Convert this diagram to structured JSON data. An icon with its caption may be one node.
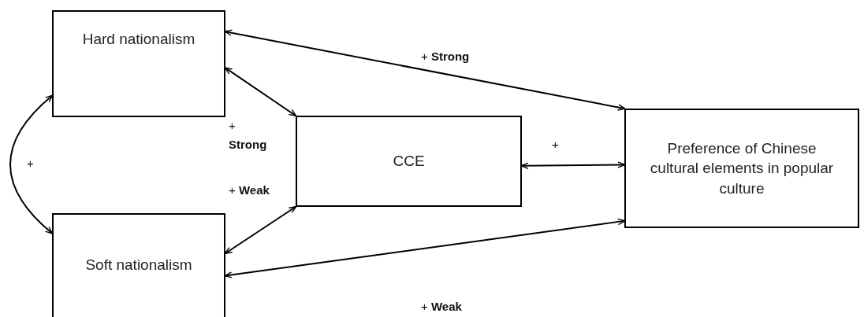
{
  "diagram": {
    "nodes": [
      {
        "text": [
          "Hard nationalism"
        ]
      },
      {
        "text": [
          "Soft nationalism"
        ]
      },
      {
        "text": [
          "CCE"
        ]
      },
      {
        "text": [
          "Preference of Chinese cultural elements in popular culture"
        ]
      }
    ],
    "edges": [
      {
        "from": 0,
        "to": 3,
        "arrow": "both",
        "label": "+ **Strong**"
      },
      {
        "from": 0,
        "to": 2,
        "arrow": "both",
        "label": "+ **Strong**"
      },
      {
        "from": 2,
        "to": 3,
        "arrow": "both",
        "label": "+"
      },
      {
        "from": 0,
        "to": 1,
        "arrow": "both",
        "label": "+"
      },
      {
        "from": 1,
        "to": 2,
        "arrow": "both",
        "label": "+ **Weak**"
      },
      {
        "from": 1,
        "to": 3,
        "arrow": "both",
        "label": "+ **Weak**"
      }
    ]
  }
}
